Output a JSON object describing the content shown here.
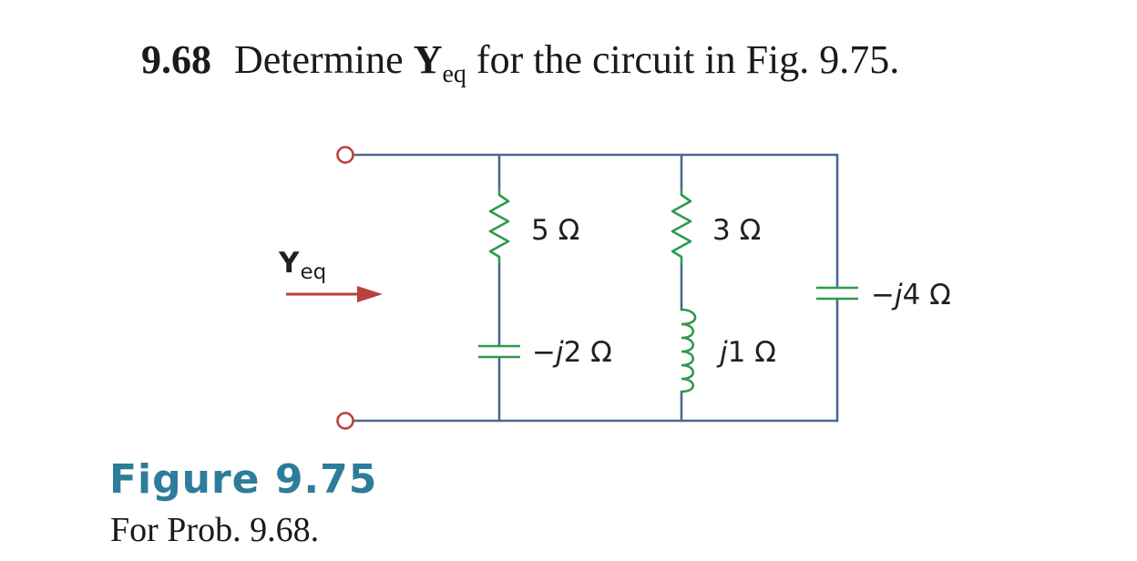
{
  "problem": {
    "number": "9.68",
    "text_before": "Determine",
    "symbol": "Y",
    "subscript": "eq",
    "text_after": "for the circuit in Fig. 9.75."
  },
  "circuit": {
    "input_label_main": "Y",
    "input_label_sub": "eq",
    "r1_label": "5 Ω",
    "c1_label_prefix": "−",
    "c1_label_j": "j",
    "c1_label_value": "2 Ω",
    "r2_label": "3 Ω",
    "l1_label_j": "j",
    "l1_label_value": "1 Ω",
    "c2_label_prefix": "−",
    "c2_label_j": "j",
    "c2_label_value": "4 Ω",
    "colors": {
      "wire": "#4a6a8f",
      "resistor": "#2e9a4c",
      "inductor": "#2e9a4c",
      "capacitor": "#2e9a4c",
      "terminal": "#b8423c",
      "arrow": "#b8423c"
    }
  },
  "figure": {
    "title": "Figure 9.75",
    "caption": "For Prob. 9.68."
  }
}
